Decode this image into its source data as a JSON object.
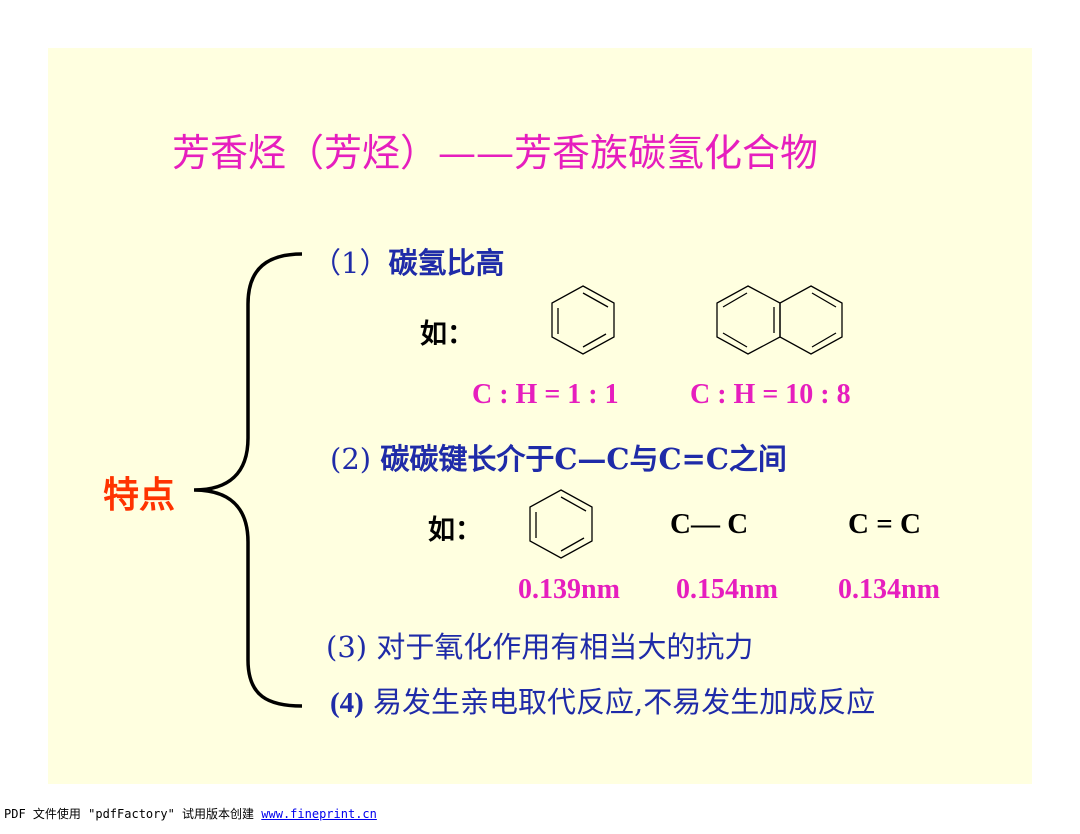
{
  "slide": {
    "title": "芳香烃（芳烃）——芳香族碳氢化合物",
    "label": "特点",
    "point1": {
      "num": "（1）",
      "text": "碳氢比高"
    },
    "example_label_1": "如：",
    "ratio1": "C : H = 1 : 1",
    "ratio2": "C : H = 10 : 8",
    "point2": {
      "num": "(2)",
      "text": "碳碳键长介于C—C与C=C之间"
    },
    "example_label_2": "如：",
    "bond_single": "C— C",
    "bond_double": "C = C",
    "len_benzene": "0.139nm",
    "len_single": "0.154nm",
    "len_double": "0.134nm",
    "point3": {
      "num": "(3)",
      "text": "对于氧化作用有相当大的抗力"
    },
    "point4": {
      "num": "(4)",
      "text": "易发生亲电取代反应,不易发生加成反应"
    }
  },
  "footer": {
    "text": "PDF 文件使用 \"pdfFactory\" 试用版本创建",
    "link": "www.fineprint.cn"
  },
  "colors": {
    "slide_bg": "#FFFFE0",
    "title": "#E61EBE",
    "points": "#1F2BA8",
    "label": "#FF3300"
  },
  "icons": {
    "brace": "left-curly-brace",
    "benzene": "benzene-ring",
    "naphthalene": "naphthalene-rings"
  }
}
